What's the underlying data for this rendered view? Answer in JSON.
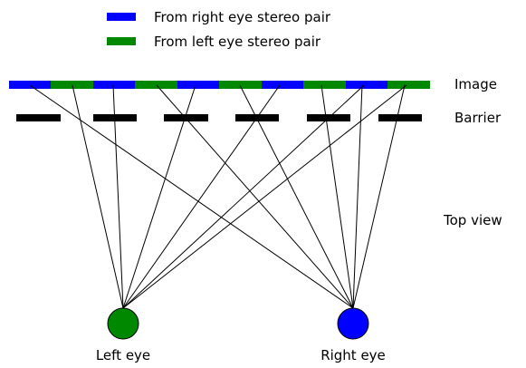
{
  "legend": [
    {
      "label": "From right eye stereo pair",
      "color": "#0000ff"
    },
    {
      "label": "From left eye stereo pair",
      "color": "#008800"
    }
  ],
  "row_labels": {
    "image": "Image",
    "barrier": "Barrier",
    "view": "Top view"
  },
  "eyes": {
    "left": {
      "label": "Left eye",
      "color": "#008800"
    },
    "right": {
      "label": "Right eye",
      "color": "#0000ff"
    }
  },
  "image_strip_colors": [
    "#0000ff",
    "#008800",
    "#0000ff",
    "#008800",
    "#0000ff",
    "#008800",
    "#0000ff",
    "#008800",
    "#0000ff",
    "#008800"
  ],
  "barrier_color": "#000000"
}
